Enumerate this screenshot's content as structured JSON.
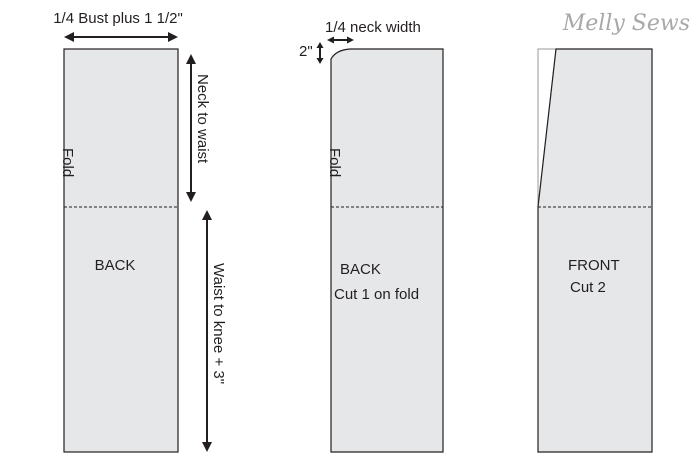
{
  "colors": {
    "piece_fill": "#e6e7e8",
    "outline": "#231f20",
    "watermark": "#a8a8a8",
    "background": "#ffffff"
  },
  "watermark": "Melly Sews",
  "measurements": {
    "bust_width": "1/4 Bust plus 1 1/2\"",
    "neck_to_waist": "Neck to waist",
    "waist_to_knee": "Waist to knee + 3\"",
    "neck_width": "1/4 neck width",
    "neck_depth": "2\""
  },
  "pieces": {
    "left": {
      "fold": "Fold",
      "name": "BACK"
    },
    "middle": {
      "fold": "Fold",
      "name": "BACK",
      "instruction": "Cut 1 on fold"
    },
    "right": {
      "name": "FRONT",
      "instruction": "Cut 2"
    }
  }
}
